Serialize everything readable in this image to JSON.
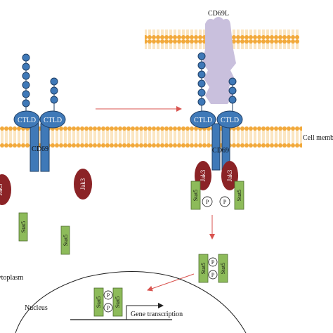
{
  "labels": {
    "cd69l": "CD69L",
    "ctld": "CTLD",
    "cd69": "CD69",
    "cell_membrane": "Cell membrane",
    "jak3": "Jak3",
    "stat5": "Stat5",
    "phospho": "P",
    "cytoplasm": "Cytoplasm",
    "nucleus": "Nucleus",
    "gene_transcription": "Gene transcription"
  },
  "colors": {
    "membrane_head": "#f2a93b",
    "membrane_tail": "#f6c878",
    "cd69_blue": "#3f79b8",
    "cd69_outline": "#1f3f66",
    "cd69l_purple": "#c9c0dd",
    "jak3_red": "#8b2326",
    "stat5_green": "#8dbb5a",
    "arrow_red": "#d9534f"
  }
}
